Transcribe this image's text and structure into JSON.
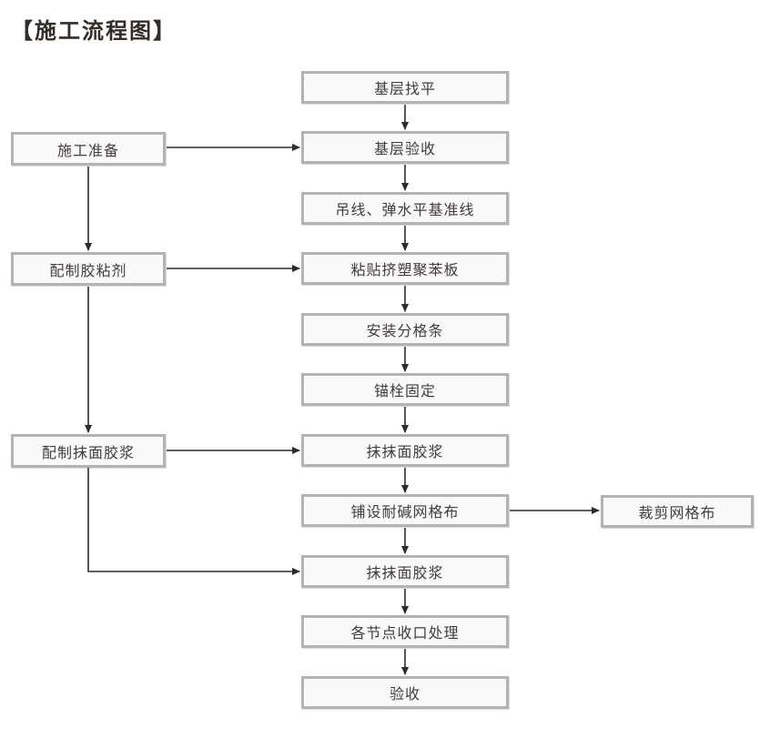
{
  "title": "【施工流程图】",
  "flow": {
    "main_steps": [
      "基层找平",
      "基层验收",
      "吊线、弹水平基准线",
      "粘贴挤塑聚苯板",
      "安装分格条",
      "锚栓固定",
      "抹抹面胶浆",
      "铺设耐碱网格布",
      "抹抹面胶浆",
      "各节点收口处理",
      "验收"
    ],
    "left_steps": [
      "施工准备",
      "配制胶粘剂",
      "配制抹面胶浆"
    ],
    "right_steps": [
      "裁剪网格布"
    ]
  },
  "colors": {
    "box_border": "#b3b3b3",
    "box_fill": "#f9f9f9",
    "arrow": "#2e2c2b",
    "text": "#423d3a",
    "title_text": "#332d28"
  }
}
